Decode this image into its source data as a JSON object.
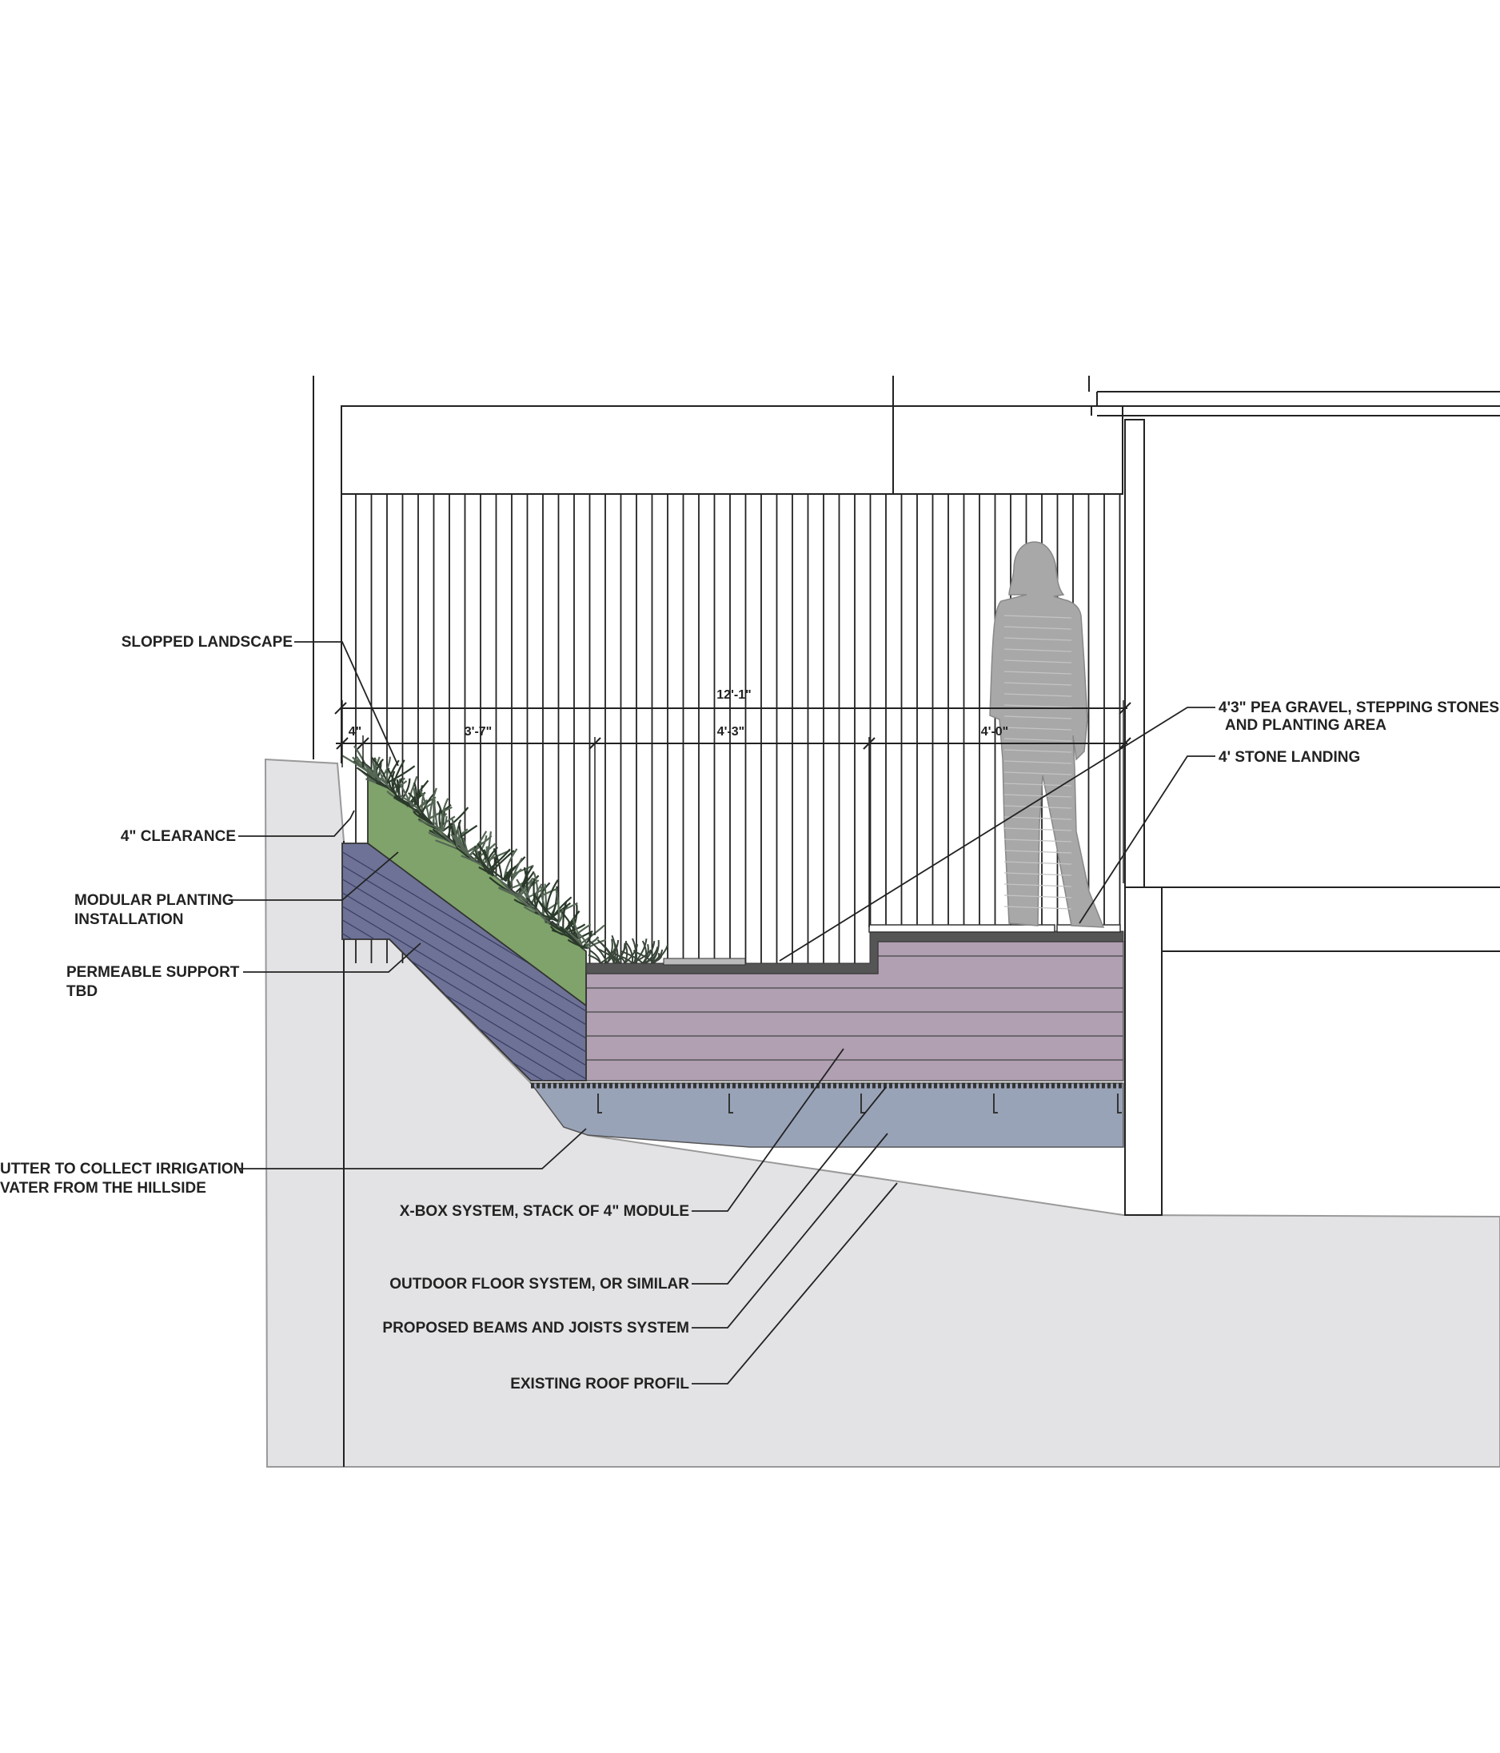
{
  "labels": {
    "sloped_landscape": "SLOPPED LANDSCAPE",
    "clearance": "4\" CLEARANCE",
    "modular_planting_1": "MODULAR PLANTING",
    "modular_planting_2": "INSTALLATION",
    "permeable_support_1": "PERMEABLE  SUPPORT",
    "permeable_support_2": "TBD",
    "gutter_1": "UTTER TO COLLECT IRRIGATION",
    "gutter_2": "VATER FROM THE HILLSIDE",
    "xbox": "X-BOX SYSTEM, STACK OF 4\" MODULE",
    "outdoor_floor": "OUTDOOR FLOOR SYSTEM, OR SIMILAR",
    "beams_joists": "PROPOSED BEAMS AND JOISTS SYSTEM",
    "existing_roof": "EXISTING ROOF PROFIL",
    "pea_gravel_1": "4'3\" PEA GRAVEL, STEPPING STONES",
    "pea_gravel_2": "AND PLANTING AREA",
    "stone_landing": "4' STONE LANDING"
  },
  "dimensions": {
    "overall": "12'-1\"",
    "segment_1": "4\"",
    "segment_2": "3'-7\"",
    "segment_3": "4'-3\"",
    "segment_4": "4'-0\""
  },
  "colors": {
    "ground": "#e3e3e5",
    "planting": "#7fa36a",
    "support": "#6e7296",
    "xbox": "#b19fb2",
    "beams": "#99a3b8",
    "figure": "#a8a8a8",
    "slab": "#555555"
  }
}
